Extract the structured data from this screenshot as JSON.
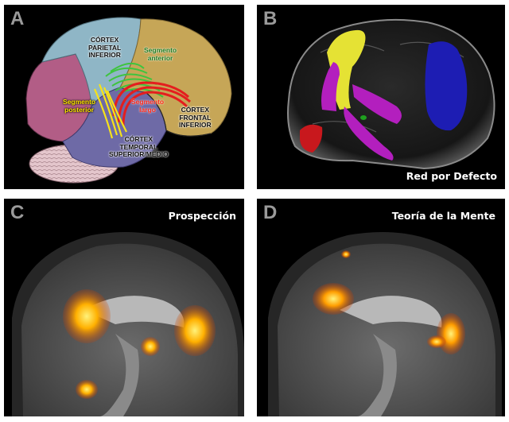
{
  "panels": {
    "a": {
      "letter": "A",
      "labels": {
        "parietal": "CÓRTEX\nPARIETAL\nINFERIOR",
        "anterior": "Segmento\nanterior",
        "posterior": "Segmento\nposterior",
        "largo": "Segmento\nlargo",
        "frontal": "CÓRTEX\nFRONTAL\nINFERIOR",
        "temporal": "CÓRTEX\nTEMPORAL\nSUPERIOR/MEDIO"
      }
    },
    "b": {
      "letter": "B",
      "title": "Red por Defecto"
    },
    "c": {
      "letter": "C",
      "title": "Prospección"
    },
    "d": {
      "letter": "D",
      "title": "Teoría de la Mente"
    }
  },
  "colors": {
    "parietal": "#8fb6c6",
    "frontal": "#c6a657",
    "temporal": "#6e6aa6",
    "occipital": "#b25d86",
    "cerebellum": "#e4c6cc",
    "fiber_red": "#e41e1e",
    "fiber_yellow": "#f6e21a",
    "fiber_green": "#3ec43e",
    "dmn_yellow": "#e5e234",
    "dmn_purple": "#b31fbe",
    "dmn_blue": "#1d1db3",
    "dmn_red": "#c8181d"
  }
}
